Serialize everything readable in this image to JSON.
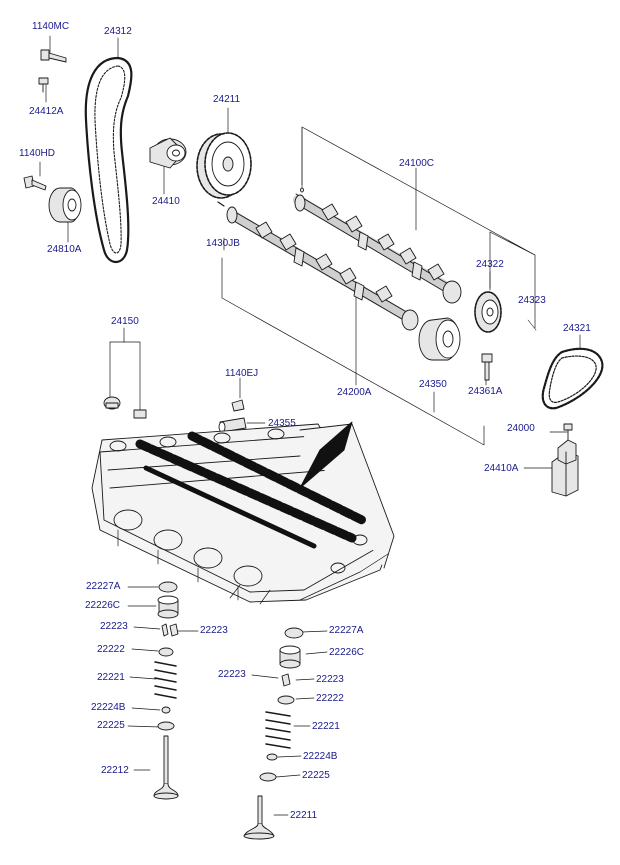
{
  "colors": {
    "ink": "#1a1a1a",
    "label": "#1a1a8c",
    "paper": "#ffffff",
    "fill": "#e6e6e6",
    "dark": "#111111"
  },
  "parts": {
    "p1140mc": "1140MC",
    "p24312": "24312",
    "p24412a": "24412A",
    "p24211": "24211",
    "p1140hd": "1140HD",
    "p24410": "24410",
    "p24810a": "24810A",
    "p24100c": "24100C",
    "p1430jb": "1430JB",
    "p24322": "24322",
    "p24323": "24323",
    "p24150": "24150",
    "p24321": "24321",
    "p1140ej": "1140EJ",
    "p24200a": "24200A",
    "p24350": "24350",
    "p24361a": "24361A",
    "p24355": "24355",
    "p24000": "24000",
    "p24410a": "24410A",
    "p22227a_l": "22227A",
    "p22226c_l": "22226C",
    "p22223_l1": "22223",
    "p22223_l2": "22223",
    "p22222_l": "22222",
    "p22221_l": "22221",
    "p22224b_l": "22224B",
    "p22225_l": "22225",
    "p22212": "22212",
    "p22227a_r": "22227A",
    "p22226c_r": "22226C",
    "p22223_r1": "22223",
    "p22223_r2": "22223",
    "p22222_r": "22222",
    "p22221_r": "22221",
    "p22224b_r": "22224B",
    "p22225_r": "22225",
    "p22211": "22211"
  }
}
